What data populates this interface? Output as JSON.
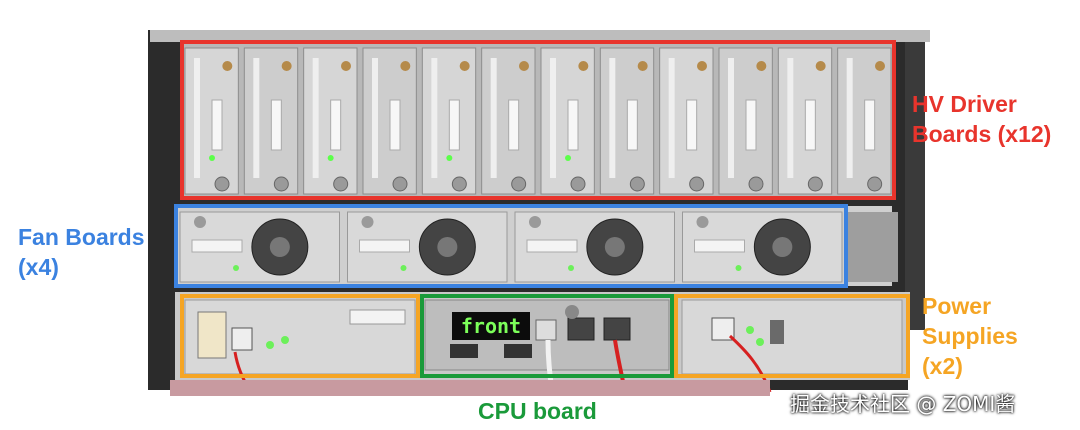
{
  "labels": {
    "hv_driver": {
      "line1": "HV Driver",
      "line2": "Boards (x12)",
      "color": "#e8342c"
    },
    "fan": {
      "line1": "Fan Boards",
      "line2": "(x4)",
      "color": "#3b82e0"
    },
    "power": {
      "line1": "Power",
      "line2": "Supplies",
      "line3": "(x2)",
      "color": "#f5a524"
    },
    "cpu": {
      "text": "CPU board",
      "color": "#1a9a3a"
    }
  },
  "cpu_display_text": "front",
  "watermark": "掘金技术社区 @ ZOMI酱",
  "counts": {
    "hv_driver_boards": 12,
    "fan_boards": 4,
    "power_supplies": 2
  }
}
